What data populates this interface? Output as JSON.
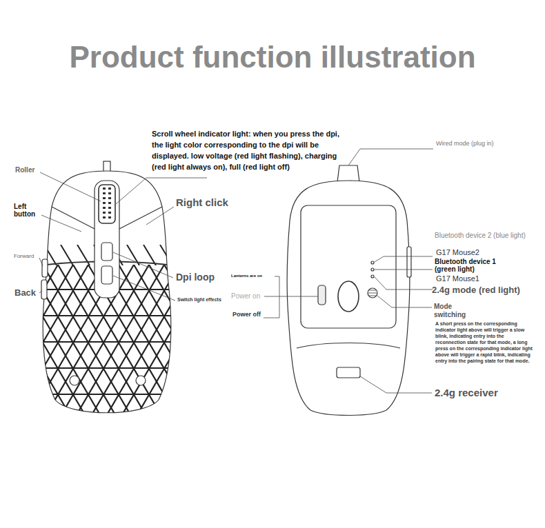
{
  "diagram": {
    "title": "Product function illustration",
    "labels": [
      "Scroll wheel indicator light: when you press the dpi, the light color corresponding to the dpi will be displayed. low voltage (red light flashing), charging (red light always on), full (red light off)",
      "Roller",
      "Right click",
      "Left button",
      "Forward",
      "Back",
      "Dpi loop",
      "Switch light effects",
      "Lanterns are on",
      "Power on",
      "Power off",
      "Wired mode (plug in)",
      "Bluetooth device 2 (blue light)",
      "G17 Mouse2",
      "Bluetooth device 1 (green light)",
      "G17 Mouse1",
      "2.4g mode (red light)",
      "Mode switching",
      "A short press on the corresponding indicator light above will trigger a slow blink, indicating entry into the reconnection state for that mode, a long press on the corresponding indicator light above will trigger a rapid blink, indicating entry into the pairing state for that mode.",
      "2.4g receiver"
    ]
  }
}
